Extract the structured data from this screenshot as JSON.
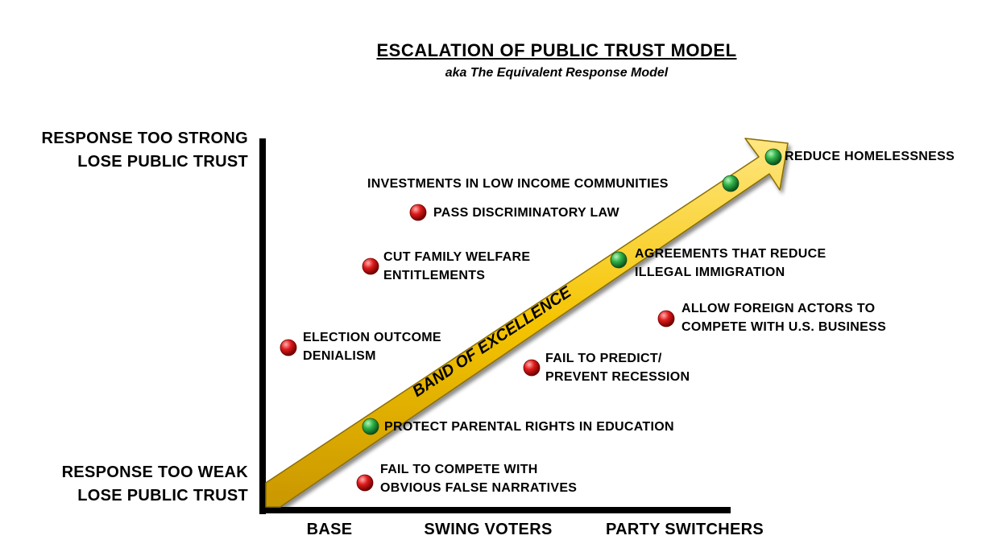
{
  "title": "ESCALATION OF PUBLIC TRUST MODEL",
  "subtitle": "aka The Equivalent Response Model",
  "y_axis": {
    "top": [
      "RESPONSE TOO STRONG",
      "LOSE PUBLIC TRUST"
    ],
    "bottom": [
      "RESPONSE TOO WEAK",
      "LOSE PUBLIC TRUST"
    ]
  },
  "x_axis": [
    "BASE",
    "SWING VOTERS",
    "PARTY SWITCHERS"
  ],
  "band_label": "BAND OF EXCELLENCE",
  "colors": {
    "band": "#f5c400",
    "band_edge": "#8a6d00",
    "good_dot": "#1e9c3a",
    "bad_dot": "#d41414",
    "axis": "#000000"
  },
  "items": [
    {
      "status": "good",
      "lines": [
        "REDUCE HOMELESSNESS"
      ]
    },
    {
      "status": "good",
      "lines": [
        "INVESTMENTS IN LOW INCOME COMMUNITIES"
      ]
    },
    {
      "status": "bad",
      "lines": [
        "PASS DISCRIMINATORY LAW"
      ]
    },
    {
      "status": "bad",
      "lines": [
        "CUT FAMILY WELFARE",
        "ENTITLEMENTS"
      ]
    },
    {
      "status": "good",
      "lines": [
        "AGREEMENTS THAT REDUCE",
        "ILLEGAL IMMIGRATION"
      ]
    },
    {
      "status": "bad",
      "lines": [
        "ALLOW FOREIGN ACTORS TO",
        "COMPETE WITH U.S. BUSINESS"
      ]
    },
    {
      "status": "bad",
      "lines": [
        "ELECTION OUTCOME",
        "DENIALISM"
      ]
    },
    {
      "status": "bad",
      "lines": [
        "FAIL TO PREDICT/",
        "PREVENT RECESSION"
      ]
    },
    {
      "status": "good",
      "lines": [
        "PROTECT PARENTAL RIGHTS IN EDUCATION"
      ]
    },
    {
      "status": "bad",
      "lines": [
        "FAIL TO COMPETE WITH",
        "OBVIOUS FALSE NARRATIVES"
      ]
    }
  ]
}
